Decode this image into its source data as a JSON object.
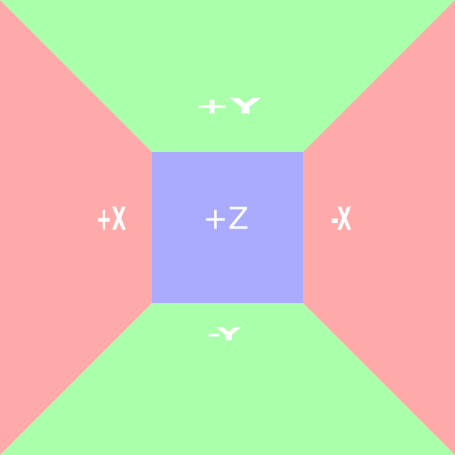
{
  "faces": {
    "top": {
      "label": "+Y",
      "color": "#aaffaa"
    },
    "bottom": {
      "label": "-Y",
      "color": "#aaffaa"
    },
    "left": {
      "label": "+X",
      "color": "#ffaaaa"
    },
    "right": {
      "label": "-X",
      "color": "#ffaaaa"
    },
    "center": {
      "label": "+Z",
      "color": "#aaaaff"
    }
  }
}
